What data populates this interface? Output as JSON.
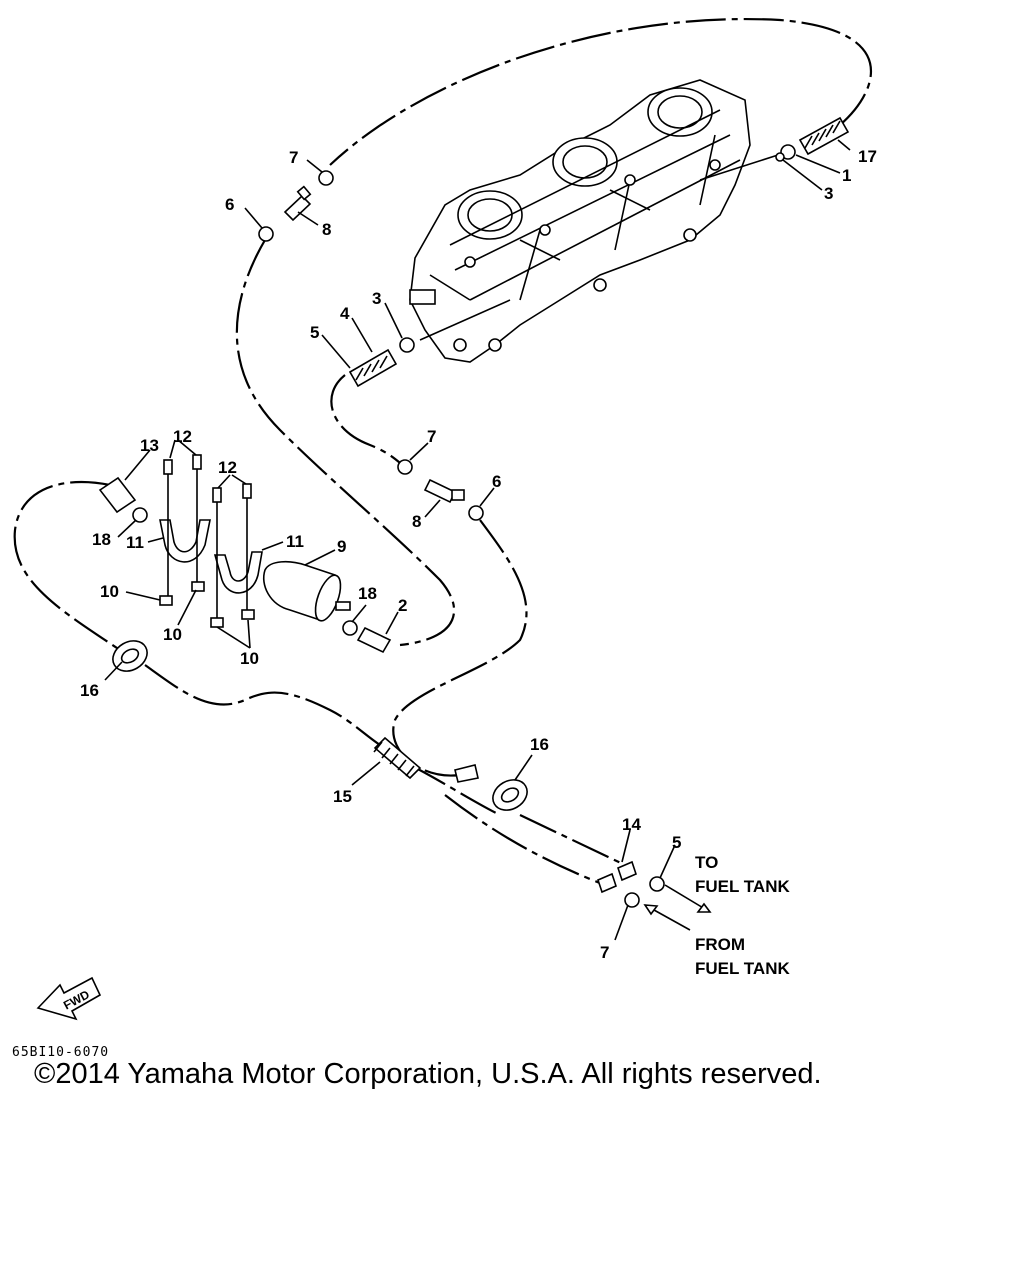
{
  "diagram": {
    "callouts": {
      "c17": "17",
      "c1": "1",
      "c3a": "3",
      "c7a": "7",
      "c6a": "6",
      "c8a": "8",
      "c4": "4",
      "c5a": "5",
      "c3b": "3",
      "c7b": "7",
      "c6b": "6",
      "c8b": "8",
      "c13": "13",
      "c12a": "12",
      "c12b": "12",
      "c18a": "18",
      "c11a": "11",
      "c11b": "11",
      "c9": "9",
      "c10a": "10",
      "c10b": "10",
      "c10c": "10",
      "c18b": "18",
      "c2": "2",
      "c16a": "16",
      "c16b": "16",
      "c15": "15",
      "c14": "14",
      "c5b": "5",
      "c7c": "7"
    },
    "to_fuel_tank": [
      "TO",
      "FUEL TANK"
    ],
    "from_fuel_tank": [
      "FROM",
      "FUEL TANK"
    ],
    "fwd_label": "FWD",
    "drawing_code": "65BI10-6070"
  },
  "copyright": "©2014 Yamaha Motor Corporation, U.S.A. All rights reserved.",
  "icons": {
    "fwd_arrow": "fwd-arrow-icon"
  }
}
